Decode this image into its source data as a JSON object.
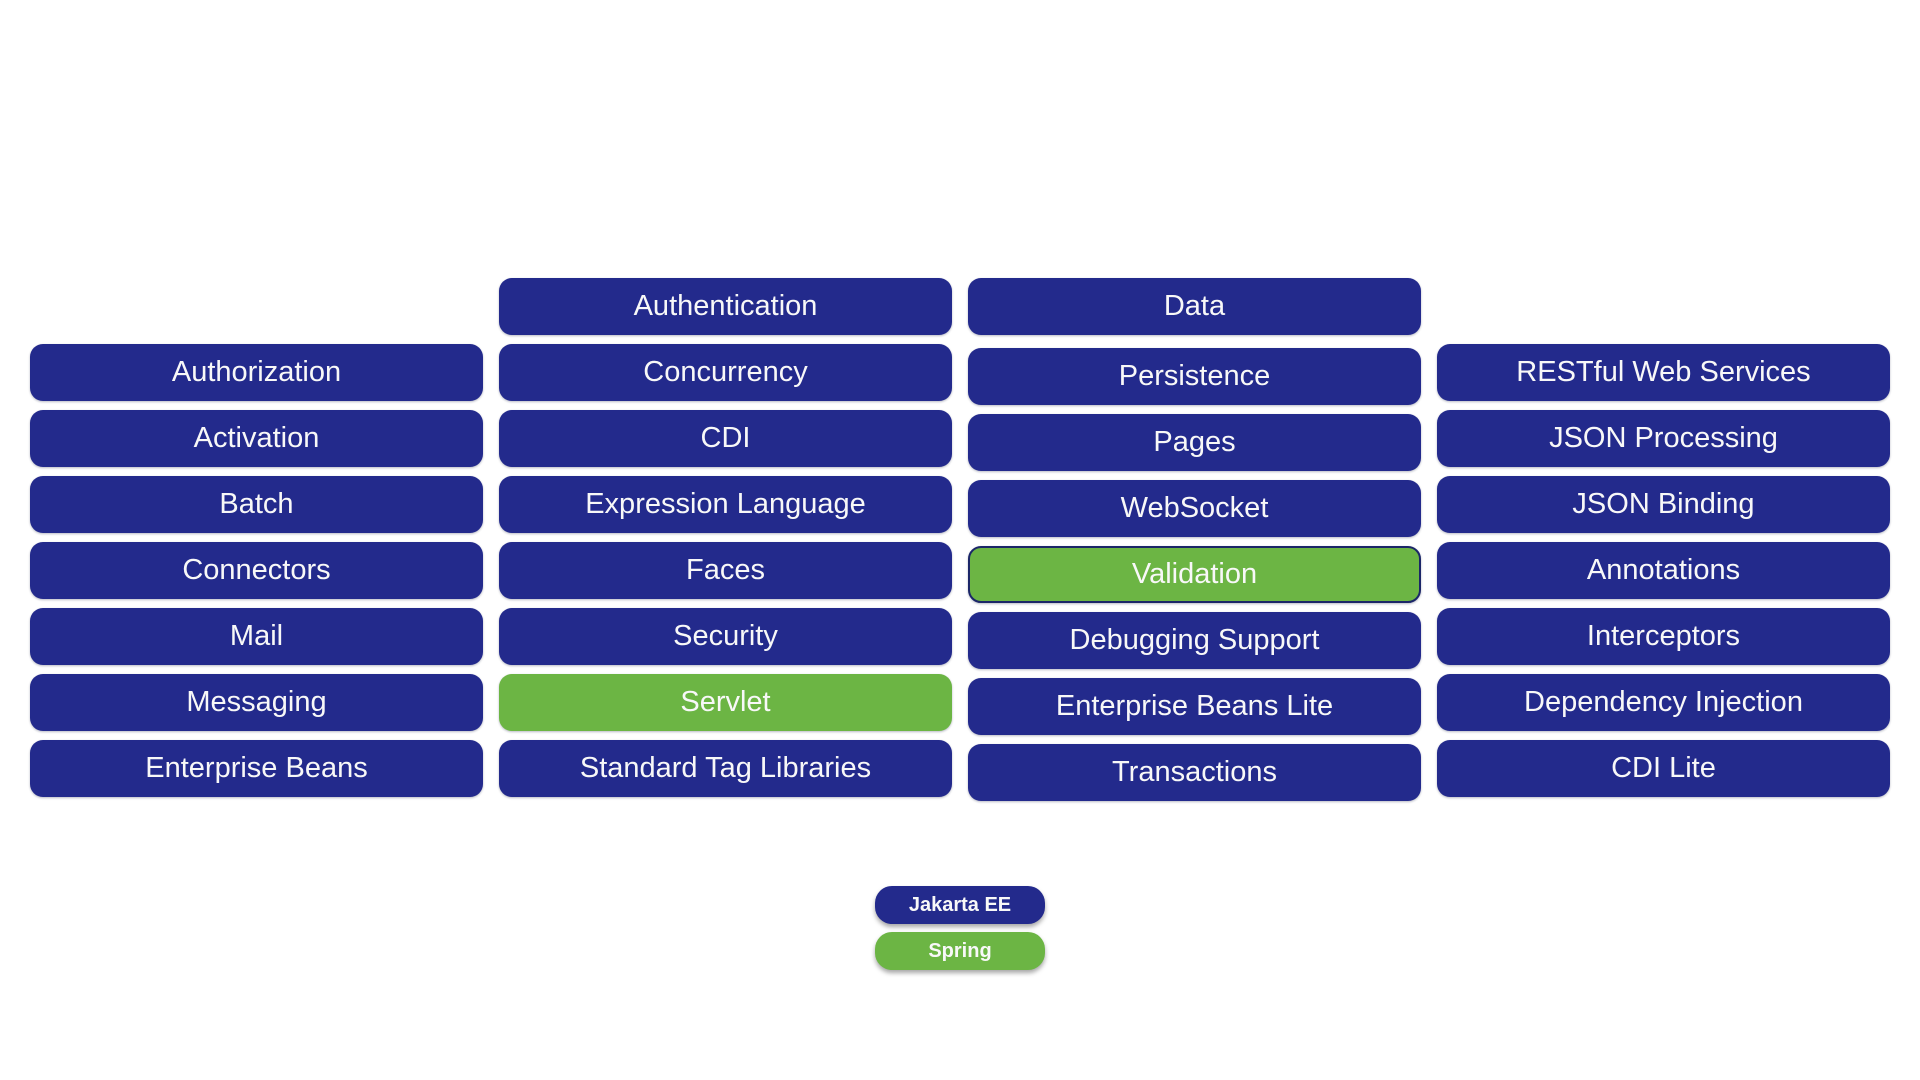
{
  "colors": {
    "jakarta_blue": "#232A8C",
    "spring_green": "#6CB544",
    "validation_border": "#1B2668",
    "background": "#FFFFFF",
    "label_text": "#F8F8F8"
  },
  "diagram": {
    "columns": [
      {
        "id": "column-1",
        "items": [
          {
            "label": "Authorization",
            "framework": "Jakarta EE"
          },
          {
            "label": "Activation",
            "framework": "Jakarta EE"
          },
          {
            "label": "Batch",
            "framework": "Jakarta EE"
          },
          {
            "label": "Connectors",
            "framework": "Jakarta EE"
          },
          {
            "label": "Mail",
            "framework": "Jakarta EE"
          },
          {
            "label": "Messaging",
            "framework": "Jakarta EE"
          },
          {
            "label": "Enterprise Beans",
            "framework": "Jakarta EE"
          }
        ]
      },
      {
        "id": "column-2",
        "items": [
          {
            "label": "Authentication",
            "framework": "Jakarta EE"
          },
          {
            "label": "Concurrency",
            "framework": "Jakarta EE"
          },
          {
            "label": "CDI",
            "framework": "Jakarta EE"
          },
          {
            "label": "Expression Language",
            "framework": "Jakarta EE"
          },
          {
            "label": "Faces",
            "framework": "Jakarta EE"
          },
          {
            "label": "Security",
            "framework": "Jakarta EE"
          },
          {
            "label": "Servlet",
            "framework": "Spring"
          },
          {
            "label": "Standard Tag Libraries",
            "framework": "Jakarta EE"
          }
        ]
      },
      {
        "id": "column-3",
        "items": [
          {
            "label": "Data",
            "framework": "Jakarta EE"
          },
          {
            "label": "Persistence",
            "framework": "Jakarta EE"
          },
          {
            "label": "Pages",
            "framework": "Jakarta EE"
          },
          {
            "label": "WebSocket",
            "framework": "Jakarta EE"
          },
          {
            "label": "Validation",
            "framework": "Spring"
          },
          {
            "label": "Debugging Support",
            "framework": "Jakarta EE"
          },
          {
            "label": "Enterprise Beans Lite",
            "framework": "Jakarta EE"
          },
          {
            "label": "Transactions",
            "framework": "Jakarta EE"
          }
        ]
      },
      {
        "id": "column-4",
        "items": [
          {
            "label": "RESTful Web Services",
            "framework": "Jakarta EE"
          },
          {
            "label": "JSON Processing",
            "framework": "Jakarta EE"
          },
          {
            "label": "JSON Binding",
            "framework": "Jakarta EE"
          },
          {
            "label": "Annotations",
            "framework": "Jakarta EE"
          },
          {
            "label": "Interceptors",
            "framework": "Jakarta EE"
          },
          {
            "label": "Dependency Injection",
            "framework": "Jakarta EE"
          },
          {
            "label": "CDI Lite",
            "framework": "Jakarta EE"
          }
        ]
      }
    ]
  },
  "legend": {
    "items": [
      {
        "label": "Jakarta EE",
        "color": "#232A8C"
      },
      {
        "label": "Spring",
        "color": "#6CB544"
      }
    ]
  }
}
